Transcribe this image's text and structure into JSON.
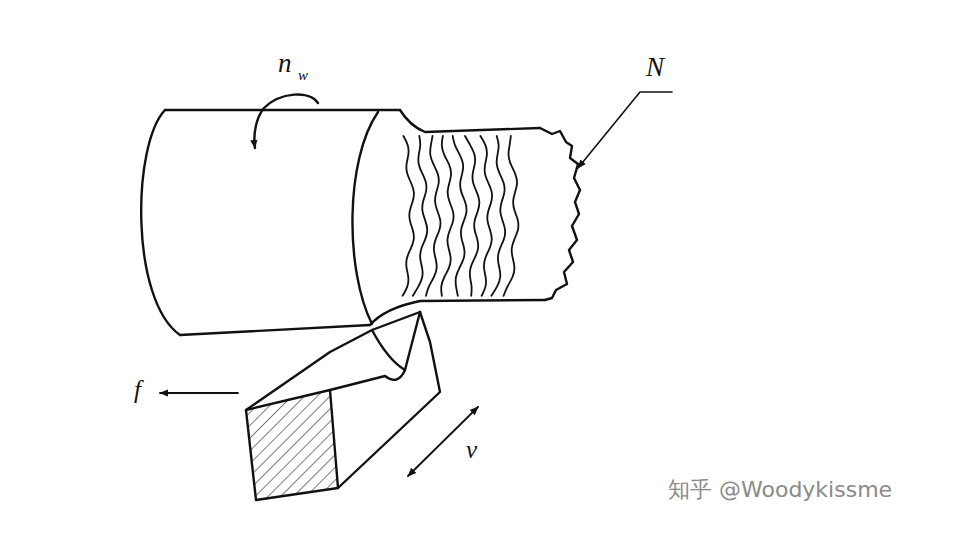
{
  "diagram": {
    "labels": [
      "n",
      "w",
      "N",
      "f",
      "v",
      "知乎 @Woodykissme"
    ]
  }
}
